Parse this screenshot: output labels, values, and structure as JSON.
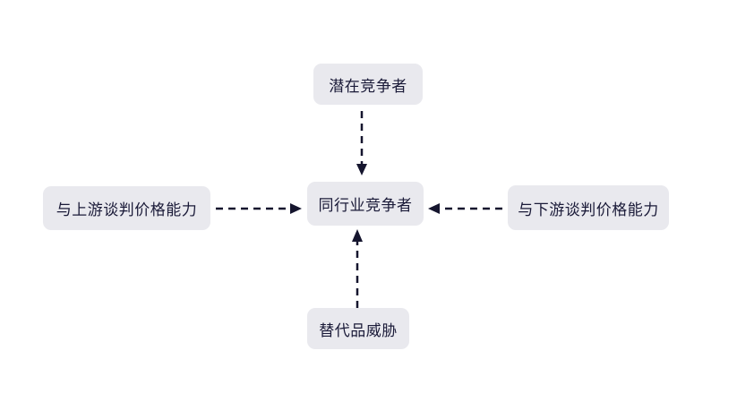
{
  "diagram": {
    "title": "five-forces-diagram",
    "colors": {
      "background": "#ffffff",
      "node_fill": "#e9e9ee",
      "text_color": "#1a1a38",
      "arrow_color": "#15152e"
    },
    "nodes": {
      "potential": {
        "label": "潜在竞争者"
      },
      "center": {
        "label": "同行业竞争者"
      },
      "upstream": {
        "label": "与上游谈判价格能力"
      },
      "downstream": {
        "label": "与下游谈判价格能力"
      },
      "substitute": {
        "label": "替代品威胁"
      }
    },
    "edges": [
      {
        "from": "potential",
        "to": "center",
        "style": "dashed-arrow",
        "direction": "down"
      },
      {
        "from": "upstream",
        "to": "center",
        "style": "dashed-arrow",
        "direction": "right"
      },
      {
        "from": "downstream",
        "to": "center",
        "style": "dashed-arrow",
        "direction": "left"
      },
      {
        "from": "substitute",
        "to": "center",
        "style": "dashed-arrow",
        "direction": "up"
      }
    ]
  }
}
